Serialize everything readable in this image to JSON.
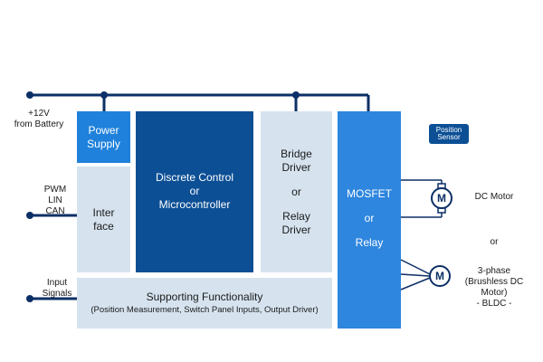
{
  "inputs": {
    "battery": {
      "line1": "+12V",
      "line2": "from Battery"
    },
    "comm": {
      "line1": "PWM",
      "line2": "LIN",
      "line3": "CAN"
    },
    "signals": {
      "line1": "Input",
      "line2": "Signals"
    }
  },
  "blocks": {
    "power_supply": {
      "line1": "Power",
      "line2": "Supply"
    },
    "interface": {
      "line1": "Inter",
      "line2": "face"
    },
    "controller": {
      "line1": "Discrete Control",
      "line2": "or",
      "line3": "Microcontroller"
    },
    "bridge": {
      "line1": "Bridge",
      "line2": "Driver",
      "line3": "or",
      "line4": "Relay",
      "line5": "Driver"
    },
    "mosfet": {
      "line1": "MOSFET",
      "line2": "or",
      "line3": "Relay"
    },
    "supporting": {
      "title": "Supporting Functionality",
      "detail": "(Position Measurement, Switch Panel Inputs, Output Driver)"
    },
    "position_sensor": {
      "line1": "Position",
      "line2": "Sensor"
    }
  },
  "motors": {
    "symbol": "M",
    "dc": "DC Motor",
    "or": "or",
    "bldc": {
      "line1": "3-phase",
      "line2": "(Brushless DC",
      "line3": "Motor)",
      "line4": "- BLDC -"
    }
  },
  "colors": {
    "dark_blue": "#0c4f95",
    "mid_blue": "#1f81db",
    "bright_blue": "#2e86de",
    "light_blue": "#d6e3ef",
    "line": "#0b2f66"
  }
}
